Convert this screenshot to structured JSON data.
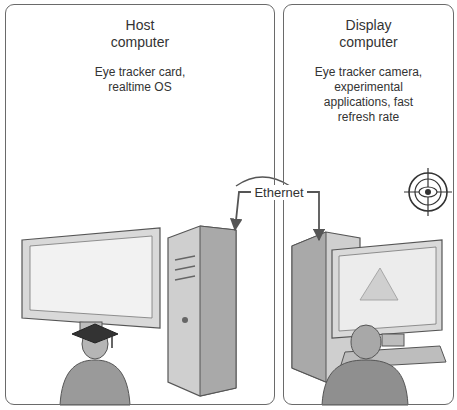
{
  "diagram": {
    "nodes": [
      {
        "text": [
          "Host computer",
          "Eye tracker card, realtime OS"
        ]
      },
      {
        "text": [
          "Display computer",
          "Eye tracker camera, experimental applications, fast refresh rate"
        ]
      }
    ],
    "edges": [
      {
        "from": 0,
        "to": 1,
        "label": "Ethernet",
        "arrow": "both"
      }
    ]
  }
}
